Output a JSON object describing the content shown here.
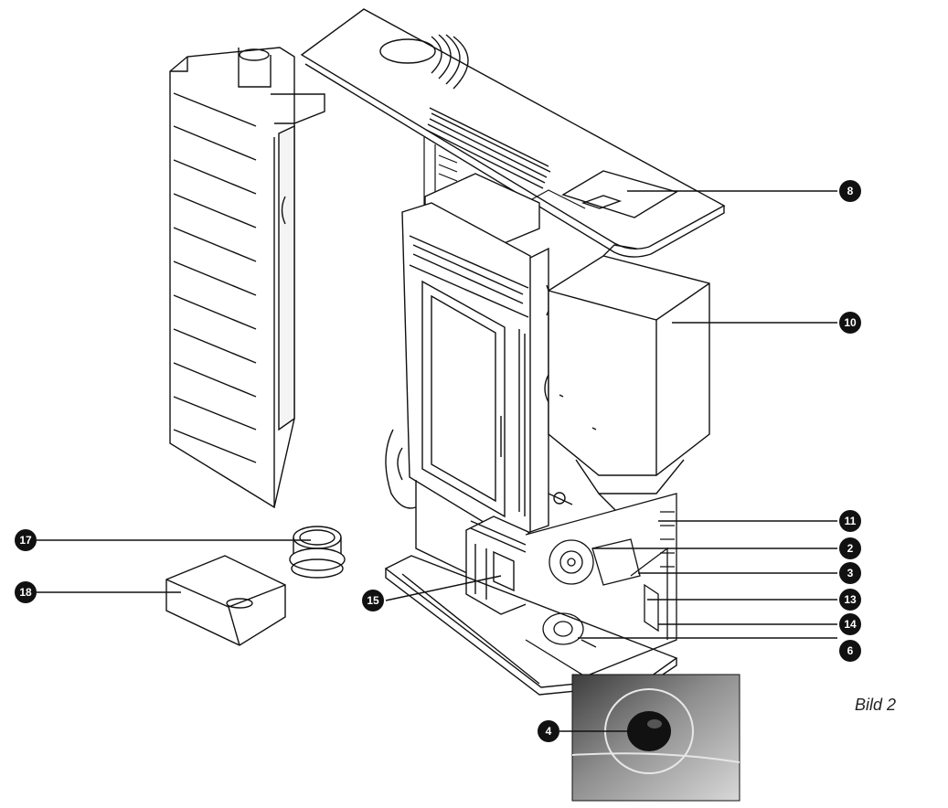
{
  "caption": "Bild 2",
  "colors": {
    "line": "#111111",
    "callout": "#111111",
    "photo_dark": "#4a4a4a",
    "photo_light": "#c9c9c9"
  },
  "callouts": [
    {
      "id": "8",
      "label": "8"
    },
    {
      "id": "10",
      "label": "10"
    },
    {
      "id": "11",
      "label": "11"
    },
    {
      "id": "2",
      "label": "2"
    },
    {
      "id": "3",
      "label": "3"
    },
    {
      "id": "13",
      "label": "13"
    },
    {
      "id": "14",
      "label": "14"
    },
    {
      "id": "6",
      "label": "6"
    },
    {
      "id": "15",
      "label": "15"
    },
    {
      "id": "17",
      "label": "17"
    },
    {
      "id": "18",
      "label": "18"
    },
    {
      "id": "4",
      "label": "4"
    }
  ]
}
